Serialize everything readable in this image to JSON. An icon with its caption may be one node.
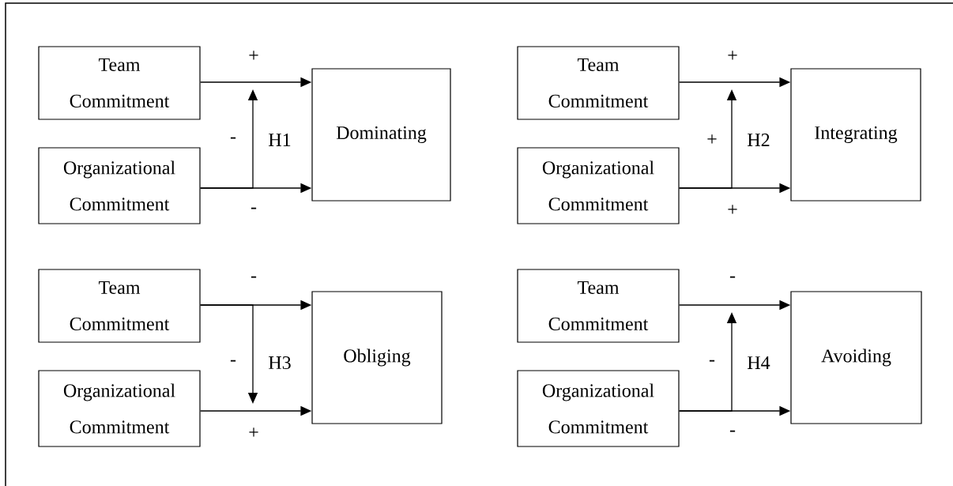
{
  "diagram": {
    "nodes": [
      {
        "text": [
          "Team Commitment"
        ]
      },
      {
        "text": [
          "Organizational Commitment"
        ]
      },
      {
        "text": [
          "Dominating"
        ]
      },
      {
        "text": [
          "Team Commitment"
        ]
      },
      {
        "text": [
          "Organizational Commitment"
        ]
      },
      {
        "text": [
          "Integrating"
        ]
      },
      {
        "text": [
          "Team Commitment"
        ]
      },
      {
        "text": [
          "Organizational Commitment"
        ]
      },
      {
        "text": [
          "Obliging"
        ]
      },
      {
        "text": [
          "Team Commitment"
        ]
      },
      {
        "text": [
          "Organizational Commitment"
        ]
      },
      {
        "text": [
          "Avoiding"
        ]
      }
    ],
    "edges": [
      {
        "from": 0,
        "to": 2,
        "arrow": "to",
        "label": "+"
      },
      {
        "from": 1,
        "to": 2,
        "arrow": "to",
        "label": "-"
      },
      {
        "from": 1,
        "to": null,
        "arrow": "to",
        "label": "-"
      },
      {
        "from": 3,
        "to": 5,
        "arrow": "to",
        "label": "+"
      },
      {
        "from": 4,
        "to": 5,
        "arrow": "to",
        "label": "+"
      },
      {
        "from": 4,
        "to": null,
        "arrow": "to",
        "label": "+"
      },
      {
        "from": 6,
        "to": 8,
        "arrow": "to",
        "label": "-"
      },
      {
        "from": 7,
        "to": 8,
        "arrow": "to",
        "label": "+"
      },
      {
        "from": 6,
        "to": null,
        "arrow": "to",
        "label": "-"
      },
      {
        "from": 9,
        "to": 11,
        "arrow": "to",
        "label": "-"
      },
      {
        "from": 10,
        "to": 11,
        "arrow": "to",
        "label": "-"
      },
      {
        "from": 10,
        "to": null,
        "arrow": "to",
        "label": "-"
      }
    ],
    "labels": [
      "H1",
      "H2",
      "H3",
      "H4"
    ]
  }
}
